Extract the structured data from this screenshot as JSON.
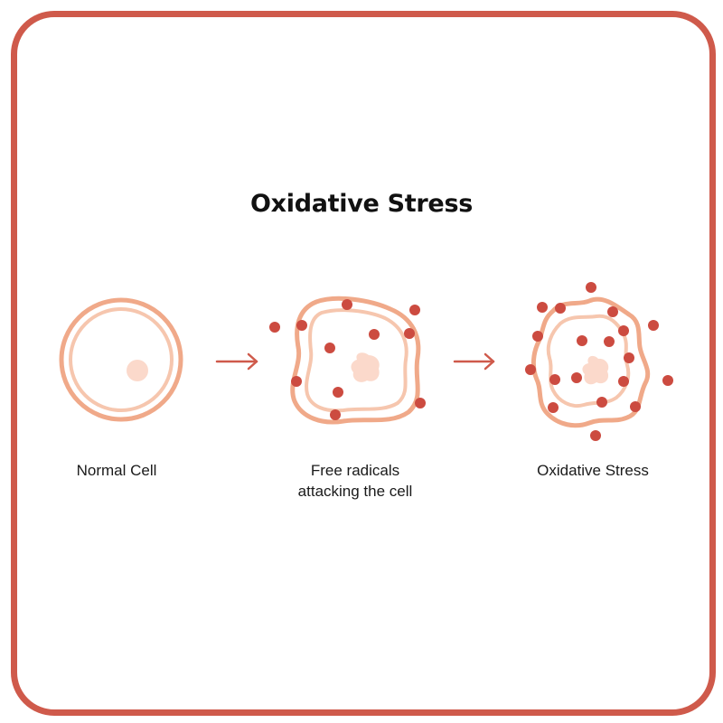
{
  "title": "Oxidative Stress",
  "stages": [
    {
      "label_lines": [
        "Normal Cell"
      ]
    },
    {
      "label_lines": [
        "Free radicals",
        "attacking the cell"
      ]
    },
    {
      "label_lines": [
        "Oxidative Stress"
      ]
    }
  ],
  "colors": {
    "frame": "#cf5a4b",
    "membrane": "#f0a989",
    "membrane_inner": "#f6c6ae",
    "nucleus": "#fbd9cb",
    "radical": "#cc4b40",
    "arrow": "#cf5a4b"
  }
}
